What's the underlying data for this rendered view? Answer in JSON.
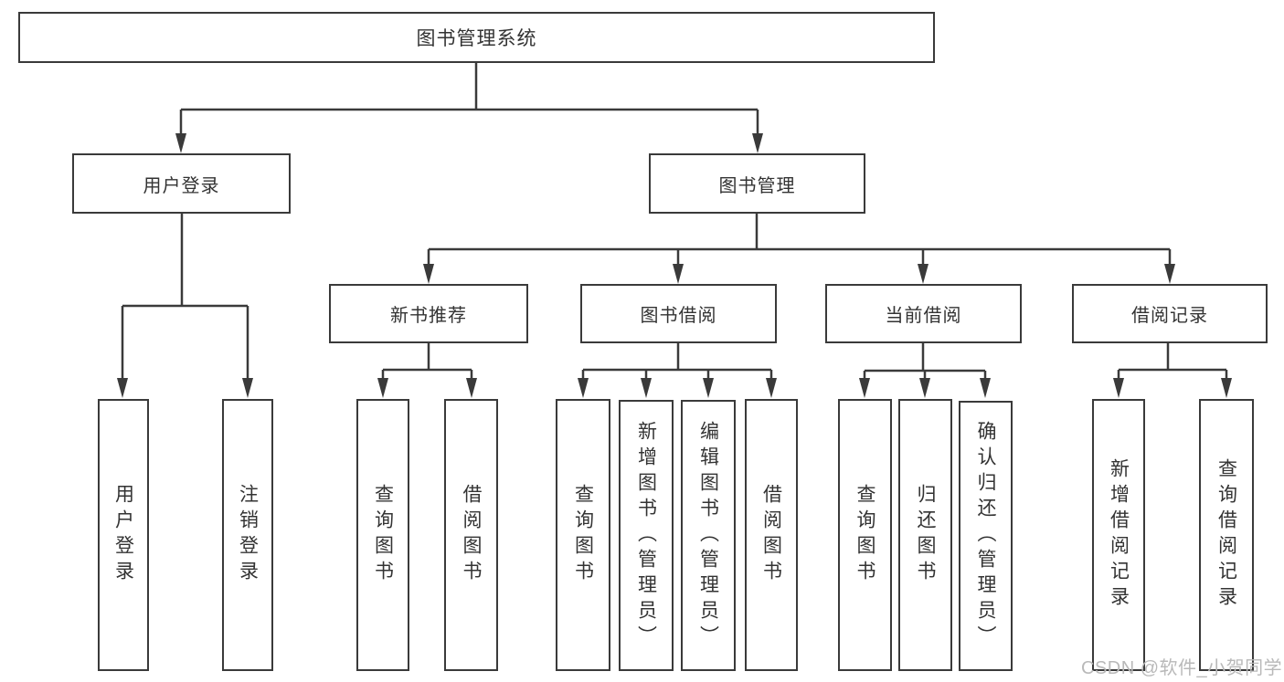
{
  "diagram": {
    "type": "tree",
    "tree": {
      "root": {
        "label": "图书管理系统"
      },
      "branches": [
        {
          "label": "用户登录",
          "children": [
            {
              "label": "用户登录"
            },
            {
              "label": "注销登录"
            }
          ]
        },
        {
          "label": "图书管理",
          "children": [
            {
              "label": "新书推荐",
              "children": [
                {
                  "label": "查询图书"
                },
                {
                  "label": "借阅图书"
                }
              ]
            },
            {
              "label": "图书借阅",
              "children": [
                {
                  "label": "查询图书"
                },
                {
                  "label": "新增图书（管理员）"
                },
                {
                  "label": "编辑图书（管理员）"
                },
                {
                  "label": "借阅图书"
                }
              ]
            },
            {
              "label": "当前借阅",
              "children": [
                {
                  "label": "查询图书"
                },
                {
                  "label": "归还图书"
                },
                {
                  "label": "确认归还（管理员）"
                }
              ]
            },
            {
              "label": "借阅记录",
              "children": [
                {
                  "label": "新增借阅记录"
                },
                {
                  "label": "查询借阅记录"
                }
              ]
            }
          ]
        }
      ]
    }
  },
  "watermark": {
    "text": "CSDN @软件_小贺同学"
  },
  "colors": {
    "line": "#3a3a3a",
    "text": "#333333",
    "box_background": "#ffffff",
    "watermark": "#b9b9b9",
    "page_background": "#ffffff"
  }
}
